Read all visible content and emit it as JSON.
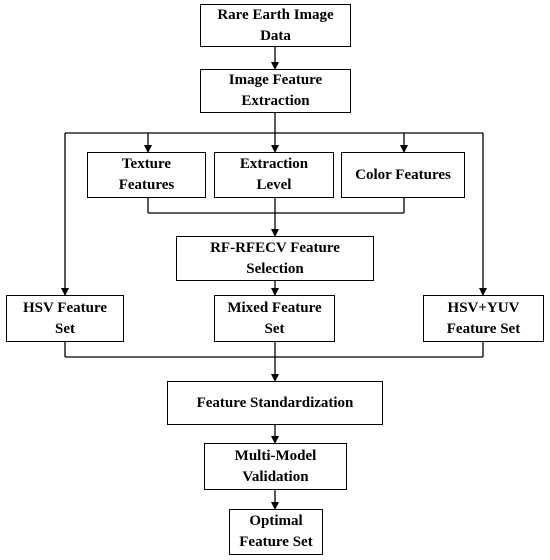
{
  "nodes": {
    "rare_earth_image_data": "Rare Earth Image\nData",
    "image_feature_extraction": "Image Feature\nExtraction",
    "texture_features": "Texture\nFeatures",
    "extraction_level": "Extraction\nLevel",
    "color_features": "Color Features",
    "rf_rfecv_feature_selection": "RF-RFECV Feature\nSelection",
    "hsv_feature_set": "HSV Feature\nSet",
    "mixed_feature_set": "Mixed Feature\nSet",
    "hsv_yuv_feature_set": "HSV+YUV\nFeature Set",
    "feature_standardization": "Feature Standardization",
    "multi_model_validation": "Multi-Model\nValidation",
    "optimal_feature_set": "Optimal\nFeature Set"
  }
}
